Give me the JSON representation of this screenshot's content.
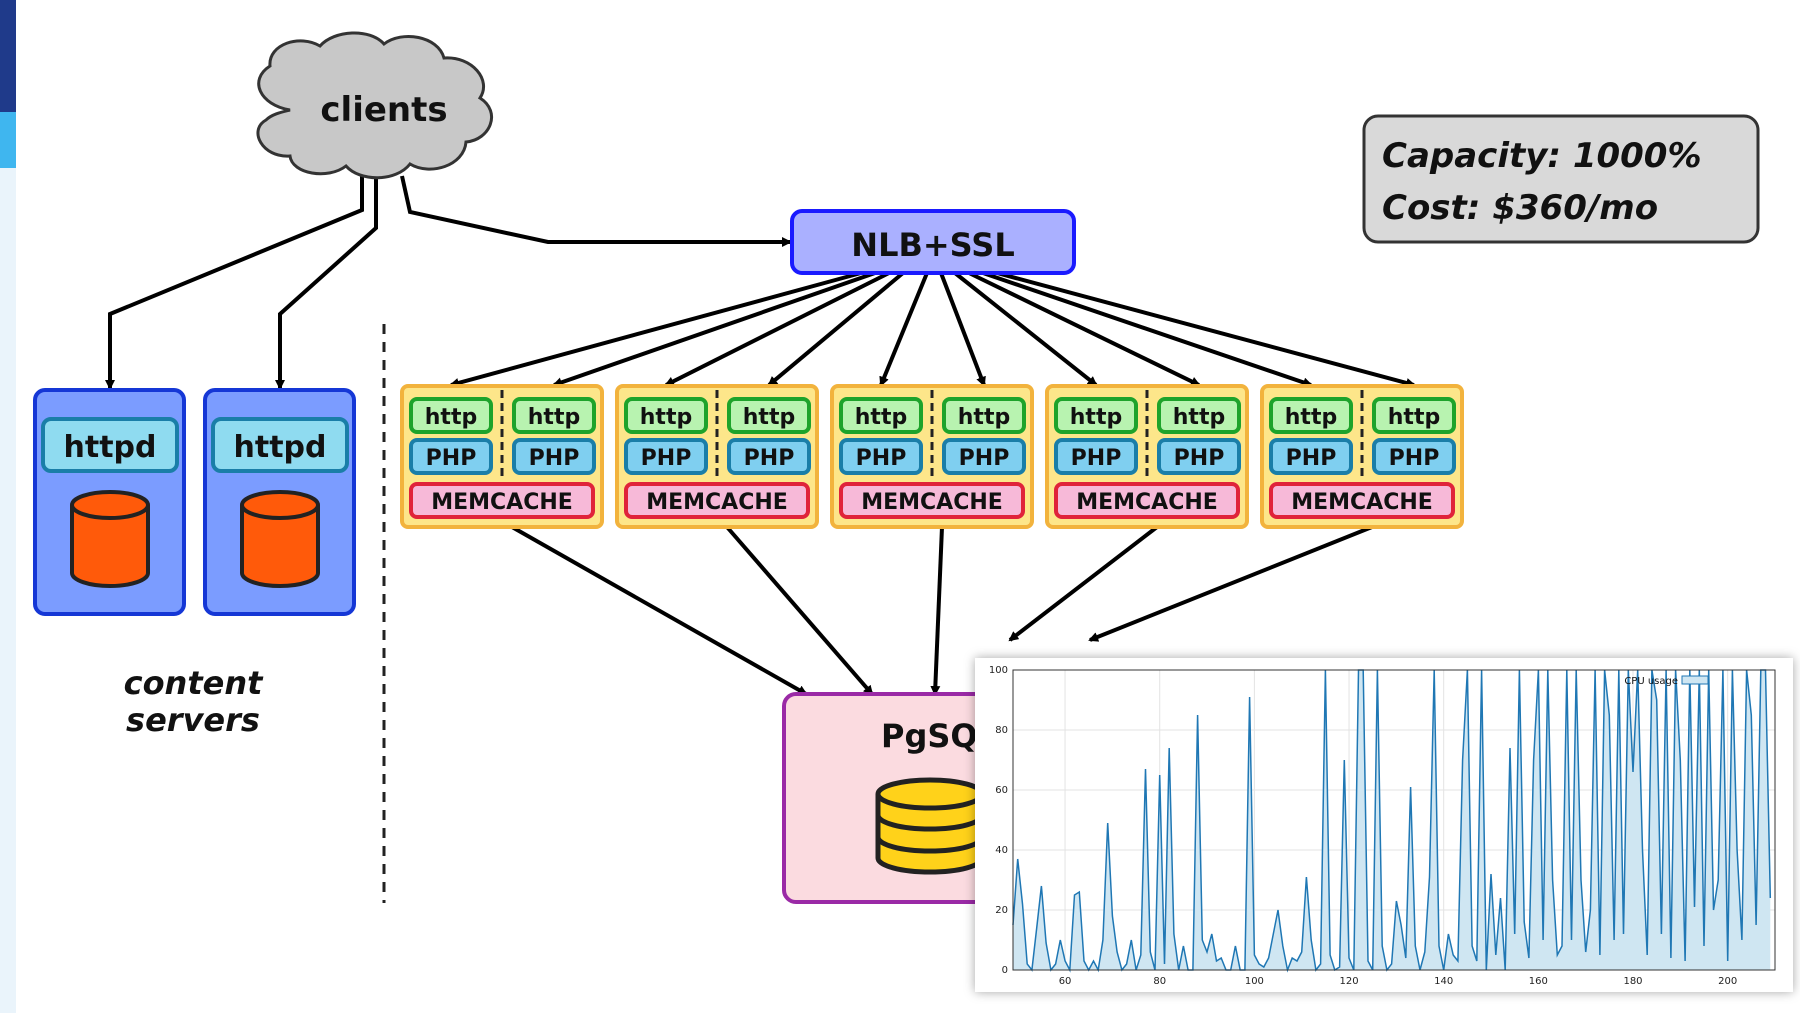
{
  "diagram": {
    "clients_label": "clients",
    "lb_label": "NLB+SSL",
    "info_box": {
      "capacity": "Capacity: 1000%",
      "cost": "Cost: $360/mo"
    },
    "content_servers": {
      "httpd_label": "httpd",
      "caption_line1": "content",
      "caption_line2": "servers"
    },
    "app_servers": {
      "http_label": "http",
      "php_label": "PHP",
      "memcache_label": "MEMCACHE",
      "count": 5
    },
    "db_label": "PgSQL",
    "colors": {
      "cloud": "#c8c8c8",
      "lb": "#aab0ff",
      "lb_border": "#1a1aff",
      "server_frame": "#7b9cff",
      "server_border": "#1537d6",
      "httpd_fill": "#8fdbf0",
      "cylinder": "#ff5a0a",
      "app_frame": "#fde68a",
      "app_border": "#f2b33d",
      "http_fill": "#b8f3b0",
      "http_border": "#1ea32b",
      "php_fill": "#7fcff0",
      "php_border": "#1a7ea8",
      "memcache_fill": "#f7b9d8",
      "memcache_border": "#e0233a",
      "db_fill": "#fbdbe0",
      "db_border": "#9a2aa6",
      "db_cylinder": "#ffd21a"
    }
  },
  "chart_data": {
    "type": "area",
    "legend": "CPU usage",
    "legend_position": "top-right",
    "grid": true,
    "xlim": [
      49,
      210
    ],
    "ylim": [
      0,
      100
    ],
    "x_ticks": [
      60,
      80,
      100,
      120,
      140,
      160,
      180,
      200
    ],
    "y_ticks": [
      0,
      20,
      40,
      60,
      80,
      100
    ],
    "color": "#1f77b4",
    "fill": "#cfe6f2",
    "series": [
      {
        "x_start": 49,
        "x_step": 1,
        "values": [
          15,
          37,
          22,
          2,
          0,
          14,
          28,
          9,
          0,
          2,
          10,
          3,
          0,
          25,
          26,
          3,
          0,
          3,
          0,
          10,
          49,
          18,
          6,
          0,
          2,
          10,
          0,
          5,
          67,
          6,
          0,
          65,
          2,
          74,
          12,
          0,
          8,
          0,
          0,
          85,
          10,
          6,
          12,
          3,
          4,
          0,
          0,
          8,
          0,
          0,
          91,
          5,
          2,
          1,
          4,
          12,
          20,
          8,
          0,
          4,
          3,
          6,
          31,
          10,
          0,
          2,
          100,
          5,
          0,
          1,
          70,
          4,
          0,
          100,
          100,
          3,
          0,
          100,
          8,
          0,
          2,
          23,
          15,
          4,
          61,
          8,
          0,
          6,
          31,
          100,
          8,
          0,
          12,
          5,
          3,
          70,
          100,
          8,
          3,
          100,
          0,
          32,
          5,
          24,
          0,
          74,
          12,
          100,
          16,
          4,
          70,
          100,
          10,
          100,
          30,
          5,
          8,
          100,
          10,
          100,
          30,
          6,
          20,
          100,
          5,
          100,
          85,
          10,
          100,
          12,
          100,
          66,
          100,
          40,
          5,
          100,
          90,
          12,
          100,
          4,
          100,
          70,
          3,
          100,
          21,
          100,
          8,
          100,
          20,
          30,
          100,
          3,
          100,
          40,
          10,
          100,
          85,
          15,
          100,
          100,
          24
        ]
      }
    ]
  }
}
